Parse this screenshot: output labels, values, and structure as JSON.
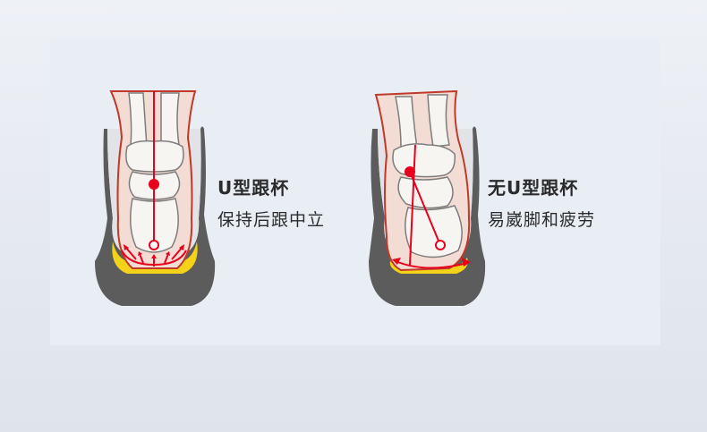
{
  "comparison": {
    "left": {
      "title": "U型跟杯",
      "subtitle": "保持后跟中立",
      "icon": "u-shaped-heel-cup-foot-illustration"
    },
    "right": {
      "title": "无U型跟杯",
      "subtitle": "易崴脚和疲劳",
      "icon": "no-heel-cup-tilted-foot-illustration"
    }
  },
  "colors": {
    "background": "#e9eef5",
    "shoe_body": "#5a5a5a",
    "heel_cup": "#f5d21a",
    "accent_red": "#e8001c",
    "bone_fill": "#f7f5f2",
    "foot_outline": "#b0524a"
  }
}
